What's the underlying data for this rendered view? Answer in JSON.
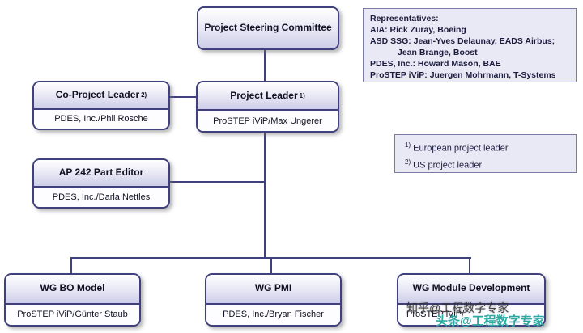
{
  "chart": {
    "steering": {
      "title": "Project Steering Committee"
    },
    "co_leader": {
      "title": "Co-Project Leader",
      "sup": "2)",
      "subtitle": "PDES, Inc./Phil Rosche"
    },
    "leader": {
      "title": "Project Leader",
      "sup": "1)",
      "subtitle": "ProSTEP iViP/Max Ungerer"
    },
    "ap242": {
      "title": "AP 242 Part Editor",
      "subtitle": "PDES, Inc./Darla Nettles"
    },
    "wg_bo": {
      "title": "WG BO Model",
      "subtitle": "ProSTEP iViP/Günter Staub"
    },
    "wg_pmi": {
      "title": "WG PMI",
      "subtitle": "PDES, Inc./Bryan Fischer"
    },
    "wg_module": {
      "title": "WG Module Development",
      "subtitle": "ProSTEP iViP/"
    }
  },
  "representatives": {
    "heading": "Representatives:",
    "lines": [
      "AIA: Rick Zuray, Boeing",
      "ASD SSG: Jean-Yves Delaunay, EADS Airbus;",
      "Jean Brange, Boost",
      "PDES, Inc.: Howard Mason, BAE",
      "ProSTEP iViP: Juergen Mohrmann, T-Systems"
    ]
  },
  "footnotes": [
    {
      "sup": "1)",
      "text": "European project leader"
    },
    {
      "sup": "2)",
      "text": "US project leader"
    }
  ],
  "watermarks": {
    "zhihu": "知乎@工程数字专家",
    "toutiao": "头条@工程数字专家"
  },
  "colors": {
    "box_border": "#40407e",
    "box_fill_bottom": "#cdcde8",
    "panel_fill": "#e9e9f5",
    "watermark_teal": "#2fa8a2"
  }
}
